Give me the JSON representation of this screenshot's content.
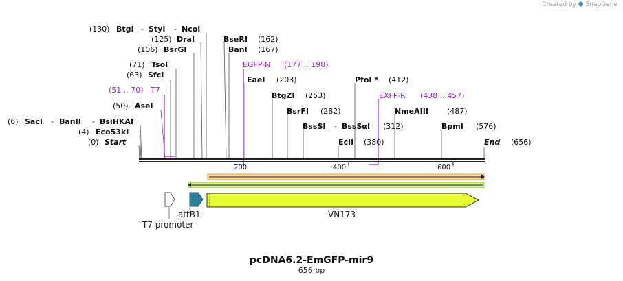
{
  "watermark": {
    "prefix": "Created by",
    "brand": "SnapGene"
  },
  "title": "pcDNA6.2-EmGFP-mir9",
  "length_label": "656 bp",
  "ruler": {
    "ticks": [
      "200",
      "400",
      "600"
    ]
  },
  "enzymes": [
    {
      "pos": "(130)",
      "names": [
        "BtgI",
        "StyI",
        "NcoI"
      ]
    },
    {
      "pos": "(125)",
      "names": [
        "DraI"
      ]
    },
    {
      "pos": "(106)",
      "names": [
        "BsrGI"
      ]
    },
    {
      "pos": "(71)",
      "names": [
        "TsoI"
      ]
    },
    {
      "pos": "(63)",
      "names": [
        "SfcI"
      ]
    },
    {
      "pos": "(50)",
      "names": [
        "AseI"
      ]
    },
    {
      "pos": "(6)",
      "names": [
        "SacI",
        "BanII",
        "BsiHKAI"
      ]
    },
    {
      "pos": "(4)",
      "names": [
        "Eco53kI"
      ]
    },
    {
      "pos": "(0)",
      "names": [
        "Start"
      ]
    },
    {
      "pos": "(162)",
      "names": [
        "BseRI"
      ]
    },
    {
      "pos": "(167)",
      "names": [
        "BanI"
      ]
    },
    {
      "pos": "(203)",
      "names": [
        "EaeI"
      ]
    },
    {
      "pos": "(253)",
      "names": [
        "BtgZI"
      ]
    },
    {
      "pos": "(282)",
      "names": [
        "BsrFI"
      ]
    },
    {
      "pos": "(312)",
      "names": [
        "BssSI",
        "BssSαI"
      ]
    },
    {
      "pos": "(380)",
      "names": [
        "EcII"
      ]
    },
    {
      "pos": "(412)",
      "names": [
        "PfoI *"
      ]
    },
    {
      "pos": "(487)",
      "names": [
        "NmeAIII"
      ]
    },
    {
      "pos": "(576)",
      "names": [
        "BpmI"
      ]
    },
    {
      "pos": "(656)",
      "names": [
        "End"
      ]
    }
  ],
  "primers": [
    {
      "name": "T7",
      "range": "(51 .. 70)"
    },
    {
      "name": "EGFP-N",
      "range": "(177 .. 198)"
    },
    {
      "name": "EXFP-R",
      "range": "(438 .. 457)"
    }
  ],
  "features": [
    {
      "name": "T7 promoter"
    },
    {
      "name": "attB1"
    },
    {
      "name": "VN173"
    }
  ],
  "colors": {
    "primer": "#a020d0",
    "feature_fill": "#e6ff33",
    "attb1": "#2e7d9a",
    "orange_bar": "#f0a030",
    "green_bar": "#9ad23c"
  }
}
